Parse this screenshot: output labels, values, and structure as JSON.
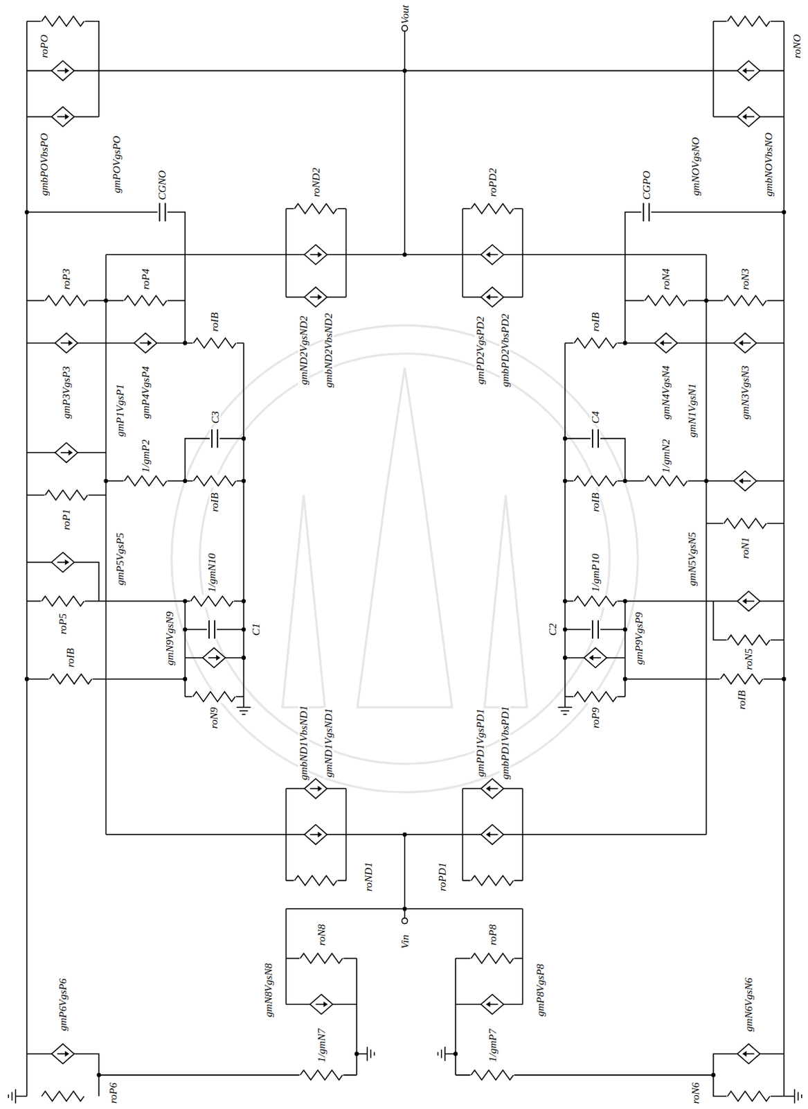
{
  "diagram": {
    "labels": [
      "Vout",
      "roPO",
      "gmPOVgsPO",
      "gmbPOVbsPO",
      "CGNO",
      "roNO",
      "gmNOVgsNO",
      "gmbNOVbsNO",
      "CGPO",
      "roND2",
      "gmND2VgsND2",
      "gmbND2VbsND2",
      "roPD2",
      "gmPD2VgsPD2",
      "gmbPD2VbsPD2",
      "roP3",
      "roP4",
      "roIB",
      "gmP3VgsP3",
      "gmP4VgsP4",
      "roN4",
      "roN3",
      "roIB",
      "gmN4VgsN4",
      "gmN3VgsN3",
      "gmP1VgsP1",
      "1/gmP2",
      "C3",
      "roIB",
      "roP1",
      "gmN1VgsN1",
      "1/gmN2",
      "C4",
      "roIB",
      "roN1",
      "gmP5VgsP5",
      "roP5",
      "1/gmN10",
      "C1",
      "gmN9VgsN9",
      "roN9",
      "roIB",
      "gmN5VgsN5",
      "roN5",
      "1/gmP10",
      "C2",
      "gmP9VgsP9",
      "roP9",
      "roIB",
      "gmbND1VbsND1",
      "gmND1VgsND1",
      "roND1",
      "gmPD1VgsPD1",
      "gmbPD1VbsPD1",
      "roPD1",
      "Vin",
      "roN8",
      "gmN8VgsN8",
      "1/gmN7",
      "roP8",
      "gmP8VgsP8",
      "1/gmP7",
      "gmP6VgsP6",
      "roP6",
      "gmN6VgsN6",
      "roN6"
    ]
  }
}
